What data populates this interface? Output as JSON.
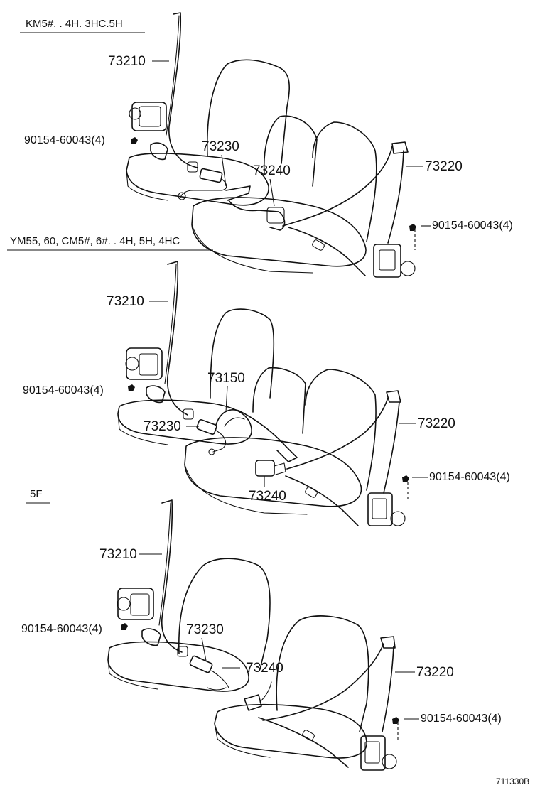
{
  "sections": {
    "top": {
      "header": "KM5#. . 4H. 3HC.5H",
      "labels": {
        "retractor_left": "73210",
        "bolt_left": "90154-60043(4)",
        "buckle": "73230",
        "center_belt": "73240",
        "retractor_right": "73220",
        "bolt_right": "90154-60043(4)"
      }
    },
    "middle": {
      "header": "YM55, 60, CM5#, 6#. . 4H, 5H, 4HC",
      "labels": {
        "retractor_left": "73210",
        "bolt_left": "90154-60043(4)",
        "center_lap": "73150",
        "buckle": "73230",
        "retractor_right": "73220",
        "bolt_right": "90154-60043(4)",
        "center_belt": "73240"
      }
    },
    "bottom": {
      "header": "5F",
      "labels": {
        "retractor_left": "73210",
        "bolt_left": "90154-60043(4)",
        "buckle": "73230",
        "center_belt": "73240",
        "retractor_right": "73220",
        "bolt_right": "90154-60043(4)"
      }
    }
  },
  "diagram_code": "711330B"
}
